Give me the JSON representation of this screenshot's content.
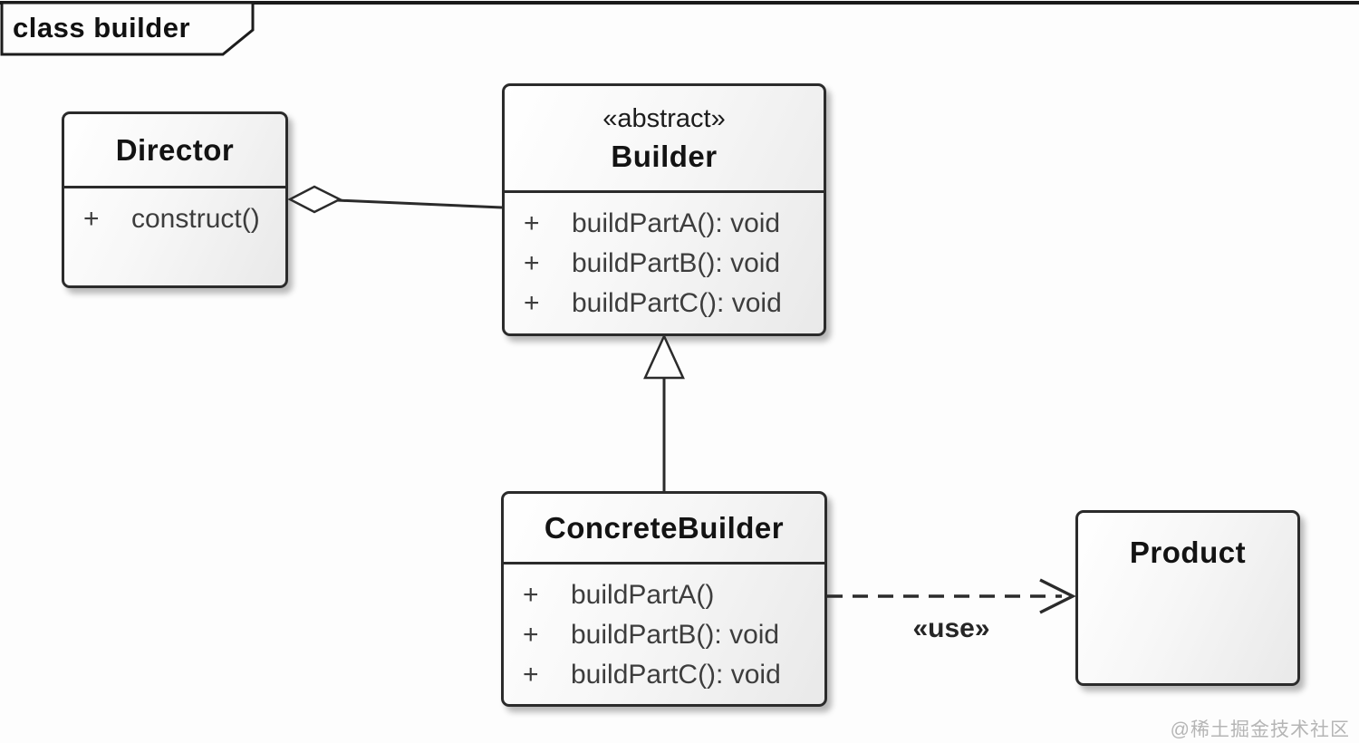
{
  "frame": {
    "label": "class builder"
  },
  "watermark": "@稀土掘金技术社区",
  "colors": {
    "box_border": "#2b2b2b",
    "box_fill_light": "#ffffff",
    "box_fill_dark": "#e9e9e9",
    "title_text": "#131313",
    "method_text": "#3d3d3d",
    "connector": "#2b2b2b",
    "watermark_text": "#b5b5b5",
    "background": "#fdfdfd"
  },
  "classes": [
    {
      "name": "Director",
      "stereotype": "",
      "methods": [
        {
          "vis": "+",
          "sig": "construct()"
        }
      ]
    },
    {
      "name": "Builder",
      "stereotype": "«abstract»",
      "methods": [
        {
          "vis": "+",
          "sig": "buildPartA(): void"
        },
        {
          "vis": "+",
          "sig": "buildPartB(): void"
        },
        {
          "vis": "+",
          "sig": "buildPartC(): void"
        }
      ]
    },
    {
      "name": "ConcreteBuilder",
      "stereotype": "",
      "methods": [
        {
          "vis": "+",
          "sig": "buildPartA()"
        },
        {
          "vis": "+",
          "sig": "buildPartB(): void"
        },
        {
          "vis": "+",
          "sig": "buildPartC(): void"
        }
      ]
    },
    {
      "name": "Product",
      "stereotype": "",
      "methods": []
    }
  ],
  "relations": [
    {
      "type": "aggregation",
      "from": "Builder",
      "to": "Director",
      "label": ""
    },
    {
      "type": "generalization",
      "from": "ConcreteBuilder",
      "to": "Builder",
      "label": ""
    },
    {
      "type": "dependency",
      "from": "ConcreteBuilder",
      "to": "Product",
      "label": "«use»"
    }
  ]
}
